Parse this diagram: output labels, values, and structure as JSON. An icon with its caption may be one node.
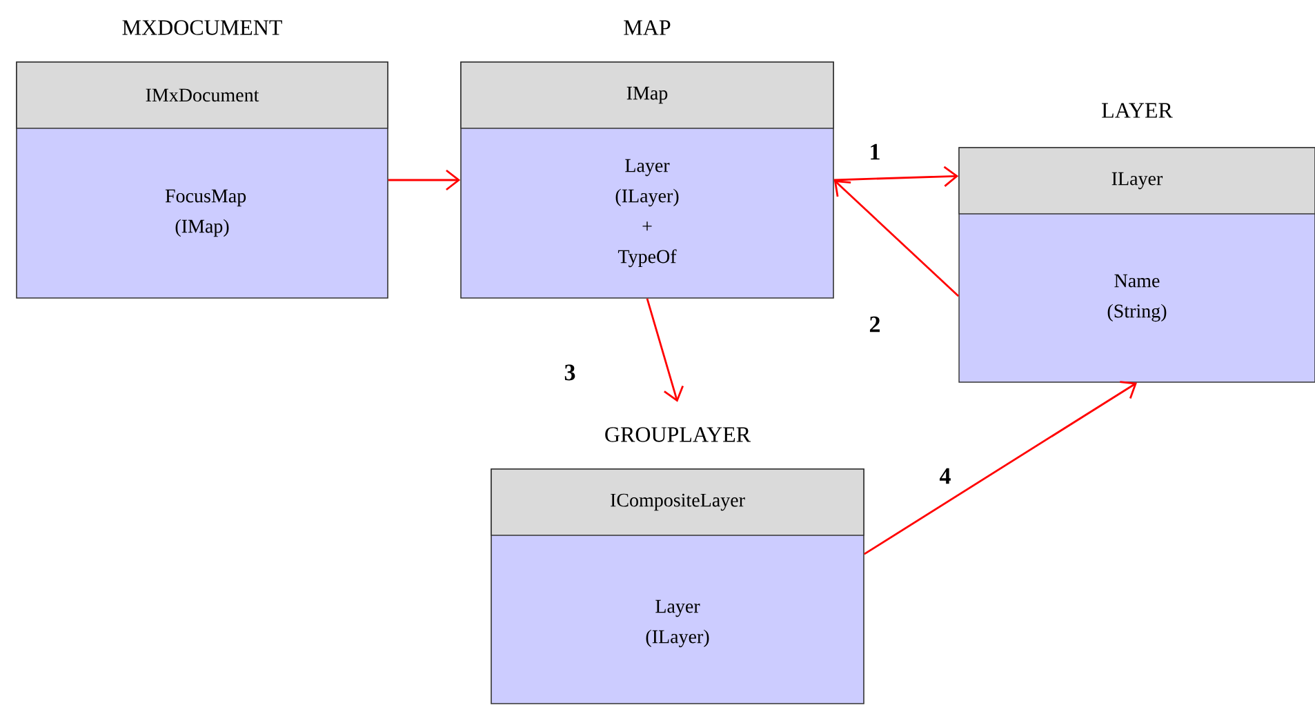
{
  "diagram": {
    "nodes": [
      {
        "text": [
          "MXDOCUMENT",
          "IMxDocument",
          "FocusMap (IMap)"
        ]
      },
      {
        "text": [
          "MAP",
          "IMap",
          "Layer (ILayer) + TypeOf"
        ]
      },
      {
        "text": [
          "LAYER",
          "ILayer",
          "Name (String)"
        ]
      },
      {
        "text": [
          "GROUPLAYER",
          "ICompositeLayer",
          "Layer (ILayer)"
        ]
      }
    ],
    "edges": [
      {
        "from": 0,
        "to": 1,
        "arrow": "to",
        "color": "#ff0000"
      },
      {
        "from": 1,
        "to": 2,
        "arrow": "to",
        "label": "1",
        "color": "#ff0000"
      },
      {
        "from": 2,
        "to": 1,
        "arrow": "to",
        "label": "2",
        "color": "#ff0000"
      },
      {
        "from": 1,
        "to": 3,
        "arrow": "to",
        "label": "3",
        "color": "#ff0000"
      },
      {
        "from": 3,
        "to": 2,
        "arrow": "to",
        "label": "4",
        "color": "#ff0000"
      }
    ]
  }
}
